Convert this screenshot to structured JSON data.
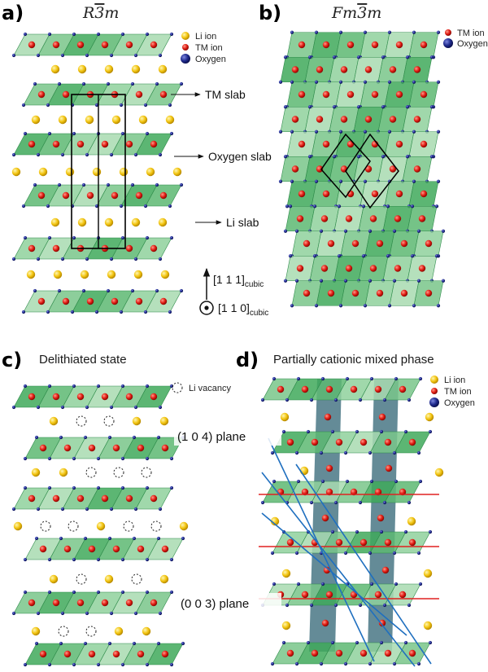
{
  "panels": {
    "a": {
      "label": "a)",
      "title_main": "R",
      "title_bar": "3",
      "title_tail": "m"
    },
    "b": {
      "label": "b)",
      "title_main": "Fm",
      "title_bar": "3",
      "title_tail": "m"
    },
    "c": {
      "label": "c)",
      "title": "Delithiated state"
    },
    "d": {
      "label": "d)",
      "title": "Partially cationic mixed phase"
    }
  },
  "legend_a": [
    "Li ion",
    "TM ion",
    "Oxygen"
  ],
  "legend_b": [
    "TM ion",
    "Oxygen"
  ],
  "legend_c": [
    "Li vacancy"
  ],
  "legend_d": [
    "Li ion",
    "TM ion",
    "Oxygen"
  ],
  "annotations": {
    "tm_slab": "TM slab",
    "oxygen_slab": "Oxygen slab",
    "li_slab": "Li slab",
    "dir_111": "[1 1 1]",
    "dir_110": "[1 1 0]",
    "dir_sub": "cubic",
    "plane_104": "(1 0 4) plane",
    "plane_003": "(0 0 3) plane"
  },
  "colors": {
    "li": "#f2c40f",
    "tm": "#e01b12",
    "oxygen": "#1f2a8c",
    "slab_dark": "#3fa95a",
    "slab_light": "#a8dbb0",
    "mixed": "#3d6e7d",
    "plane_blue": "#1f6fbf",
    "plane_red": "#e02020"
  }
}
